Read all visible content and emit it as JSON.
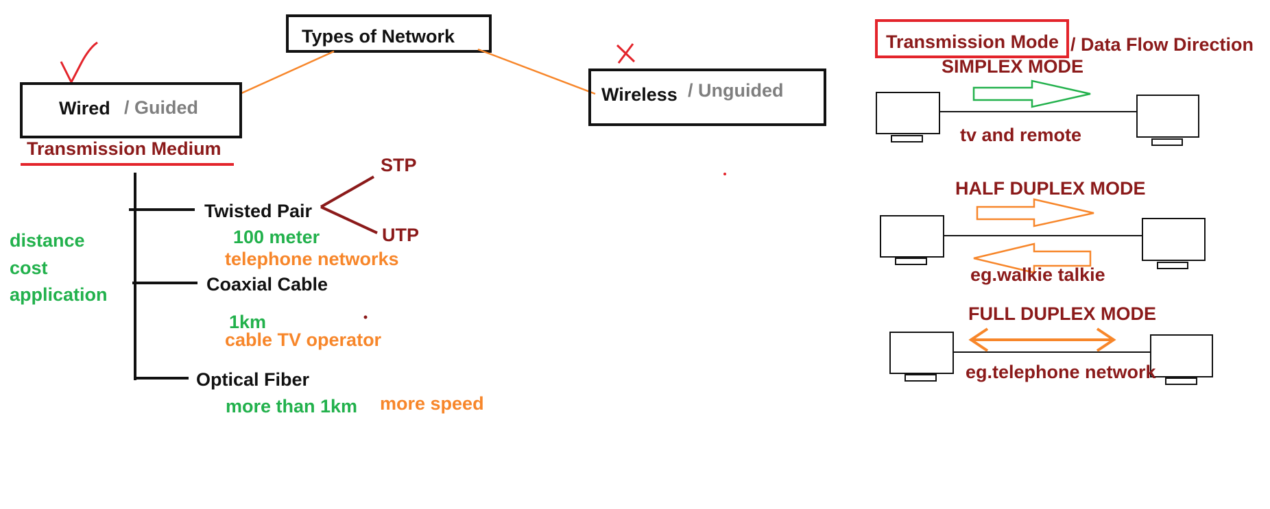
{
  "network_types": {
    "root": "Types of Network",
    "wired": "Wired",
    "wired_alt": "/ Guided",
    "wireless": "Wireless",
    "wireless_alt": "/ Unguided",
    "medium_label": "Transmission Medium",
    "check_mark": "✓",
    "cross_mark": "×"
  },
  "wired_media": {
    "twisted_pair": "Twisted Pair",
    "stp": "STP",
    "utp": "UTP",
    "tp_distance": "100 meter",
    "tp_application": "telephone networks",
    "coaxial": "Coaxial Cable",
    "coax_distance": "1km",
    "coax_application": "cable TV operator",
    "optical": "Optical Fiber",
    "fiber_distance": "more than 1km",
    "fiber_feature": "more speed"
  },
  "criteria": [
    "distance",
    "cost",
    "application"
  ],
  "transmission_mode": {
    "title": "Transmission Mode",
    "subtitle": "/ Data Flow Direction",
    "simplex": {
      "label": "SIMPLEX MODE",
      "example": "tv and remote"
    },
    "half_duplex": {
      "label": "HALF DUPLEX MODE",
      "example": "eg.walkie talkie"
    },
    "full_duplex": {
      "label": "FULL DUPLEX MODE",
      "example": "eg.telephone network"
    }
  },
  "colors": {
    "black": "#111111",
    "dark_red": "#8b1a1a",
    "red": "#e3242b",
    "gray": "#7f7f7f",
    "green": "#22b14c",
    "orange": "#f7862a"
  }
}
